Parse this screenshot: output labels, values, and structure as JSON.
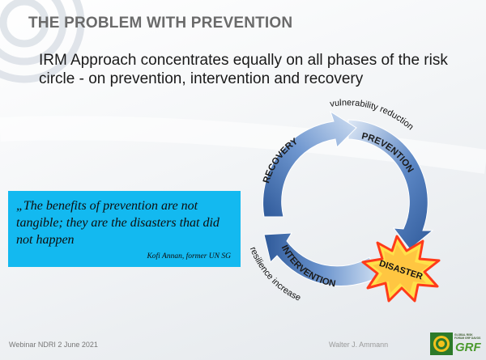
{
  "slide": {
    "title": "THE PROBLEM WITH PREVENTION",
    "subtitle": "IRM Approach concentrates equally on all phases of the risk circle - on prevention, intervention and recovery"
  },
  "quote": {
    "text": "„The benefits of prevention are not tangible; they are the disasters that did not happen",
    "author": "Kofi Annan, former UN SG"
  },
  "cycle": {
    "recovery": "RECOVERY",
    "prevention": "PREVENTION",
    "intervention": "INTERVENTION",
    "disaster": "DISASTER",
    "vulnerability": "vulnerability reduction",
    "resilience": "resilience increase"
  },
  "footer": {
    "left": "Webinar NDRI 2 June 2021",
    "center": "Walter J. Ammann"
  },
  "logo": {
    "small_text": "GLOBAL RISK FORUM GRF DAVOS",
    "text": "GRF"
  },
  "colors": {
    "quote_bg": "#13b9f0",
    "arrow_blue": "#5b86c4",
    "starburst": "#ff3b1a",
    "logo_green": "#4b9a2e"
  }
}
